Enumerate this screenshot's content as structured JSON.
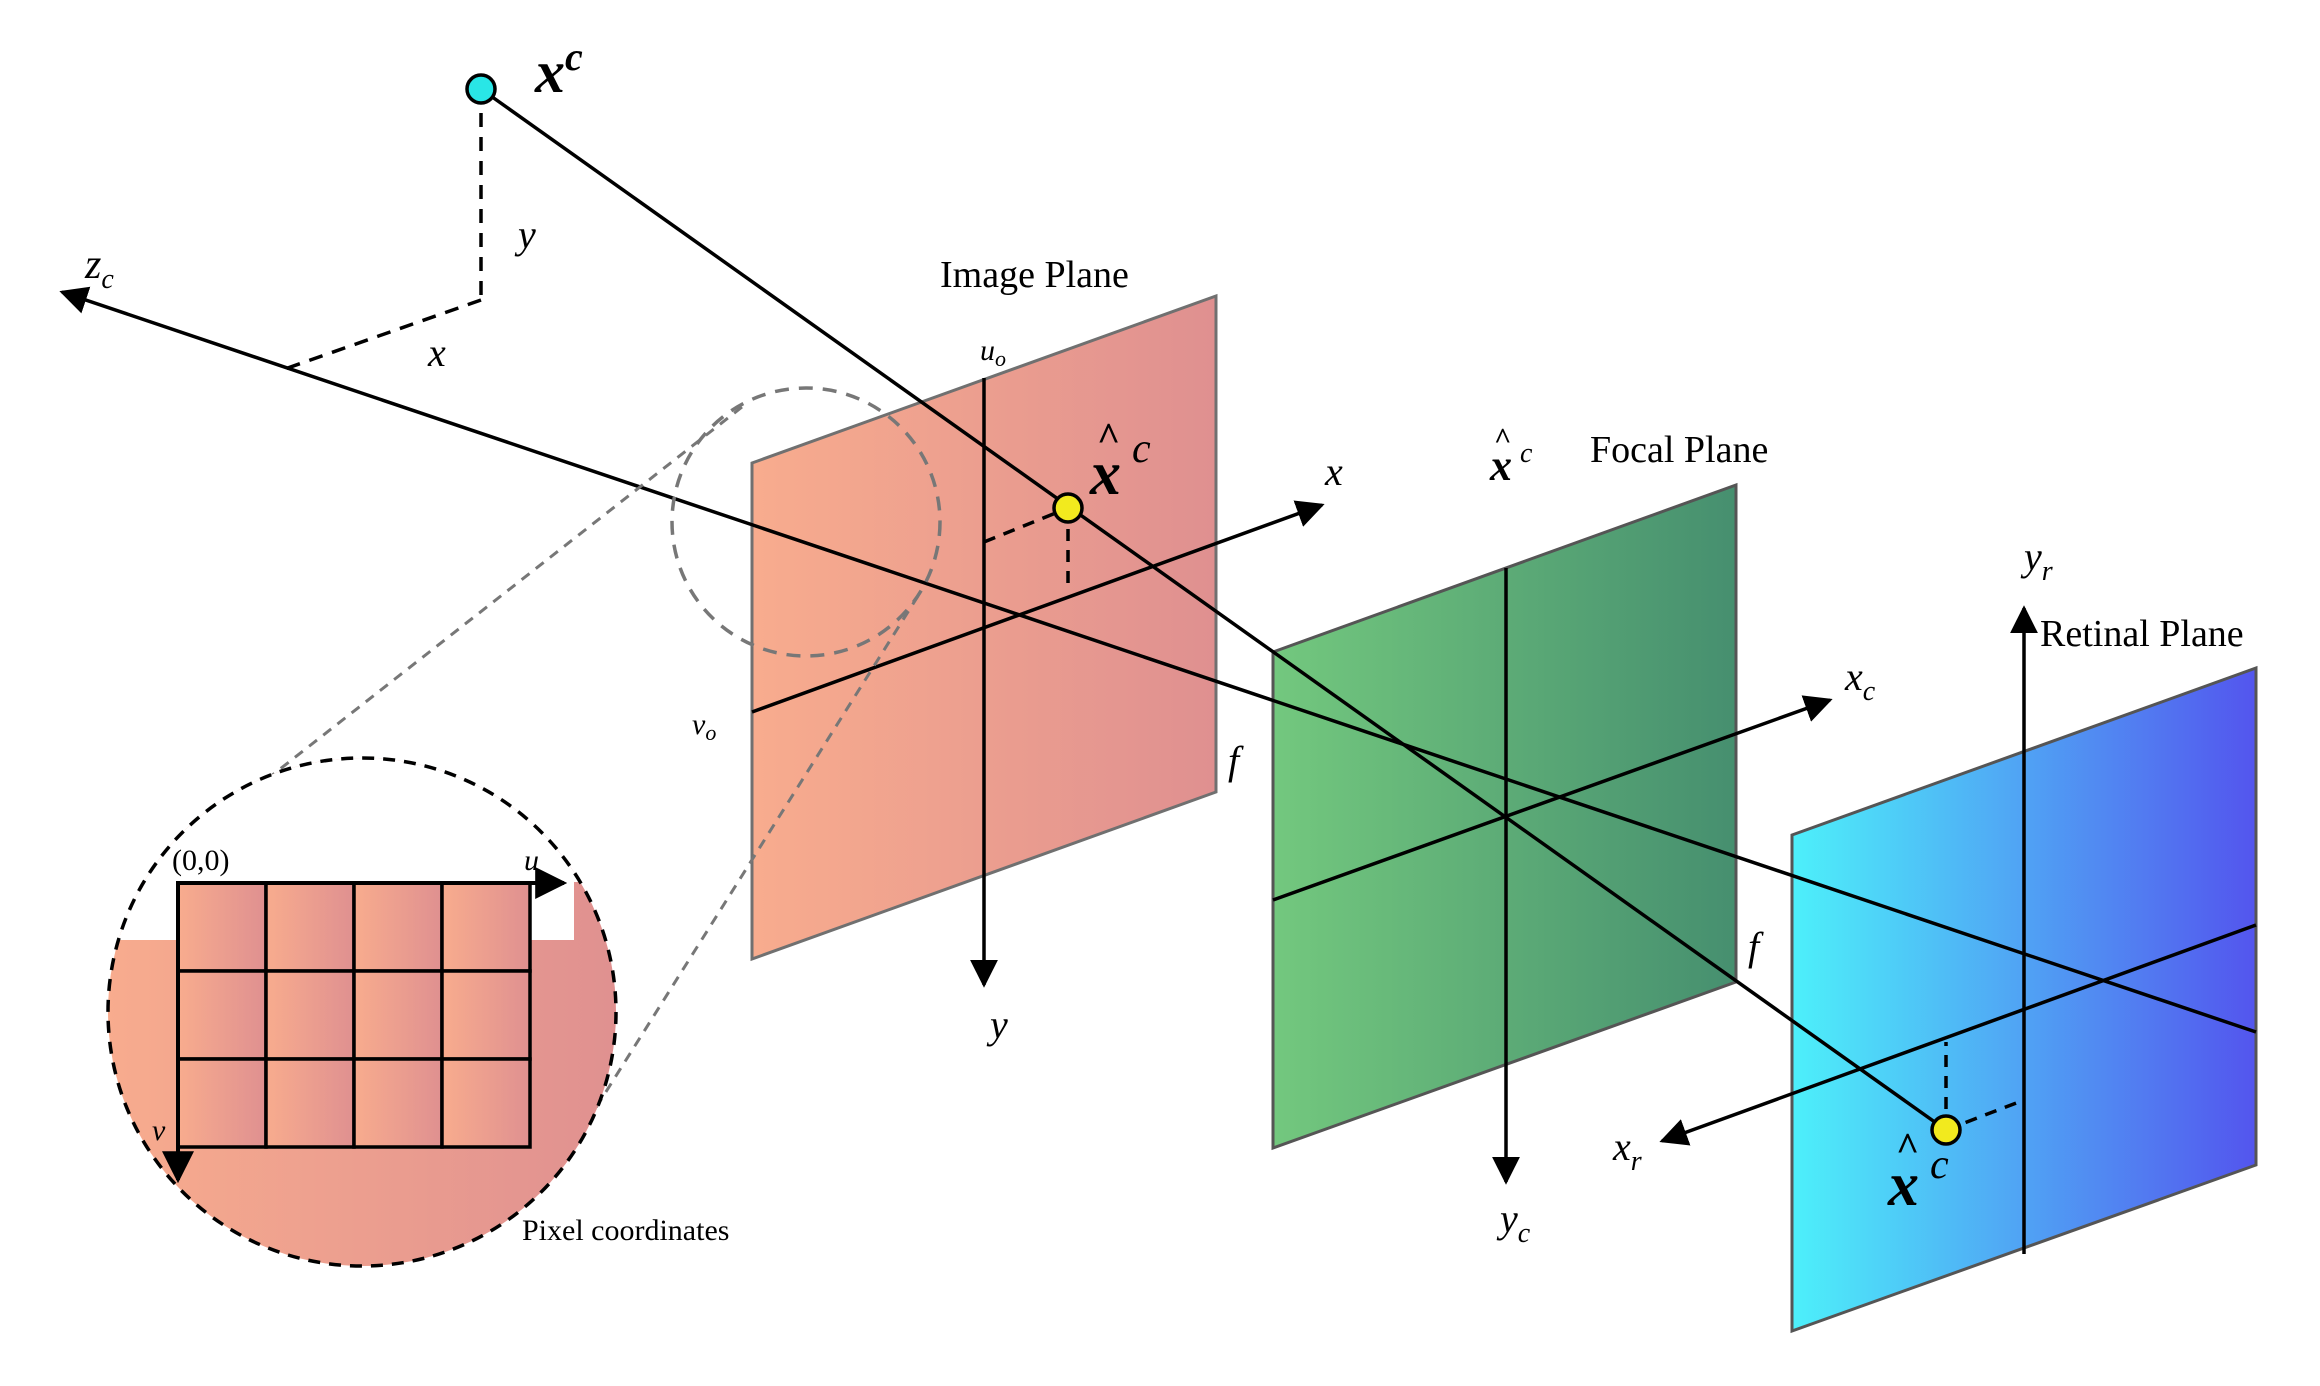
{
  "planes": {
    "image": {
      "title": "Image Plane",
      "u_axis": "u",
      "v_axis": "v",
      "sub0": "o",
      "x_axis": "x",
      "y_axis": "y",
      "focal": "f",
      "proj_point": "x",
      "proj_sup": "c"
    },
    "focal": {
      "title": "Focal Plane",
      "x_axis": "x",
      "y_axis": "y",
      "axis_sub": "c",
      "focal": "f",
      "point_label": "x",
      "point_sup": "c"
    },
    "retinal": {
      "title": "Retinal Plane",
      "x_axis": "x",
      "y_axis": "y",
      "axis_sub": "r",
      "proj_point": "x",
      "proj_sup": "c"
    }
  },
  "world": {
    "point": "x",
    "point_sup": "c",
    "z_axis": "z",
    "z_sub": "c",
    "x_label": "x",
    "y_label": "y"
  },
  "inset": {
    "origin": "(0,0)",
    "u_axis": "u",
    "v_axis": "v",
    "caption": "Pixel coordinates",
    "grid_rows": 3,
    "grid_cols": 4
  },
  "colors": {
    "point_world": "#29E6E6",
    "point_proj": "#F2EA1E",
    "image_plane_from": "#F8AC8E",
    "image_plane_to": "#DF9090",
    "focal_plane_from": "#73C87E",
    "focal_plane_to": "#468F6F",
    "retinal_plane_from": "#4DF0FA",
    "retinal_plane_to": "#5355EE"
  }
}
